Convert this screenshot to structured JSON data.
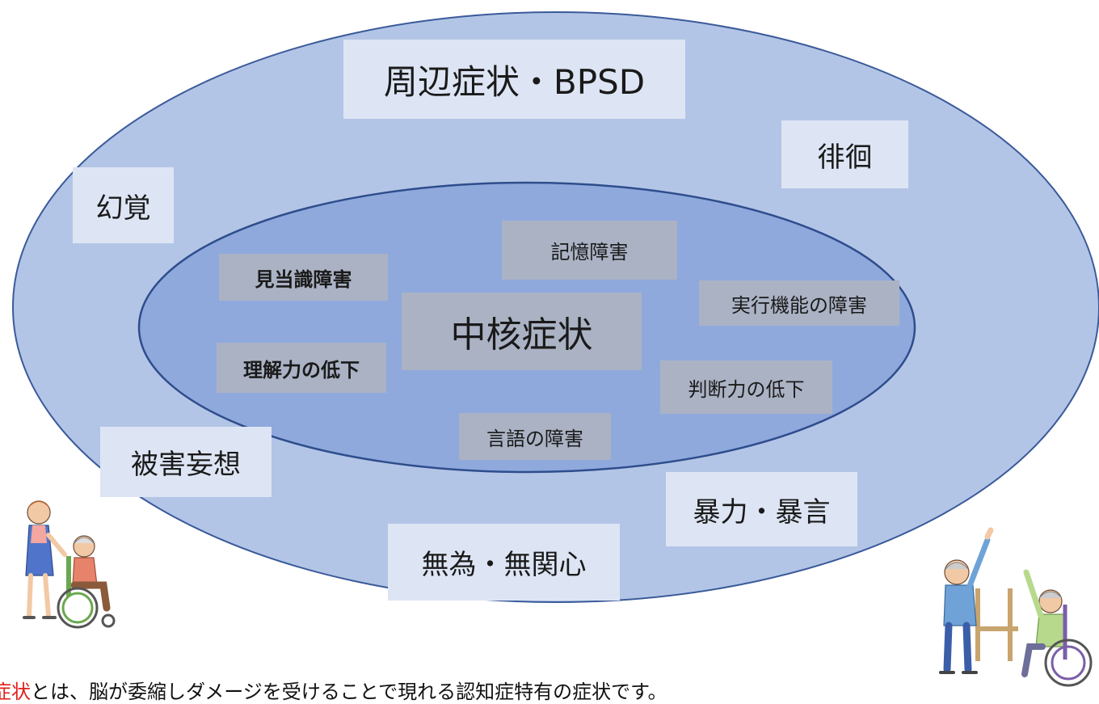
{
  "outer_title": "周辺症状・BPSD",
  "outer_symptoms": {
    "wandering": "徘徊",
    "hallucination": "幻覚",
    "persecution": "被害妄想",
    "violence": "暴力・暴言",
    "apathy": "無為・無関心"
  },
  "inner_title": "中核症状",
  "inner_symptoms": {
    "memory": "記憶障害",
    "disorientation": "見当識障害",
    "executive": "実行機能の障害",
    "comprehension": "理解力の低下",
    "judgment": "判断力の低下",
    "language": "言語の障害"
  },
  "caption": {
    "highlight": "症状",
    "rest": "とは、脳が委縮しダメージを受けることで現れる認知症特有の症状です。"
  },
  "colors": {
    "outer_ellipse": "#b3c5e6",
    "inner_ellipse": "#8fa9dd",
    "ellipse_stroke": "#3a5a9a",
    "outer_label_bg": "#dde5f4",
    "inner_label_bg": "#aab2c4",
    "highlight_text": "#e0201c"
  }
}
